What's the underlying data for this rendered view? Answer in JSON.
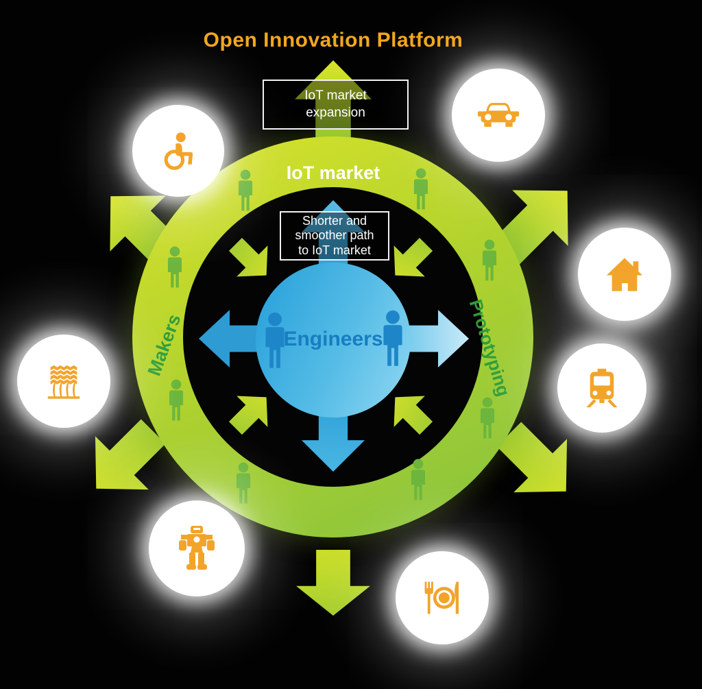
{
  "title": "Open Innovation Platform",
  "diagram": {
    "ring_label": "IoT market",
    "left_label": "Makers",
    "right_label": "Prototyping",
    "center_label": "Engineers",
    "expansion_box": {
      "lines": [
        "IoT market",
        "expansion"
      ]
    },
    "path_box": {
      "lines": [
        "Shorter and",
        "smoother path",
        "to IoT market"
      ]
    }
  },
  "satellites": [
    {
      "name": "accessibility",
      "icon": "wheelchair-icon"
    },
    {
      "name": "automotive",
      "icon": "car-icon"
    },
    {
      "name": "smart-home",
      "icon": "house-icon"
    },
    {
      "name": "railway",
      "icon": "train-icon"
    },
    {
      "name": "food-service",
      "icon": "restaurant-icon"
    },
    {
      "name": "robotics",
      "icon": "robot-icon"
    },
    {
      "name": "agriculture",
      "icon": "wheat-icon"
    }
  ],
  "icons": {
    "ring_people": "person-icon",
    "center_people": "person-icon"
  },
  "colors": {
    "background": "#000000",
    "title_orange": "#f2a71e",
    "ring_green_light": "#d3e02b",
    "ring_green_dark": "#8cc53c",
    "label_green": "#2f9d3b",
    "person_green": "#6cb63d",
    "hub_blue_dark": "#2ca3db",
    "hub_blue_light": "#92d8f2",
    "engineers_text_blue": "#187dc1",
    "blue_arrow": "#2e9cd3",
    "icon_orange": "#f2a42a",
    "box_border": "#ffffff",
    "box_text": "#ffffff"
  }
}
